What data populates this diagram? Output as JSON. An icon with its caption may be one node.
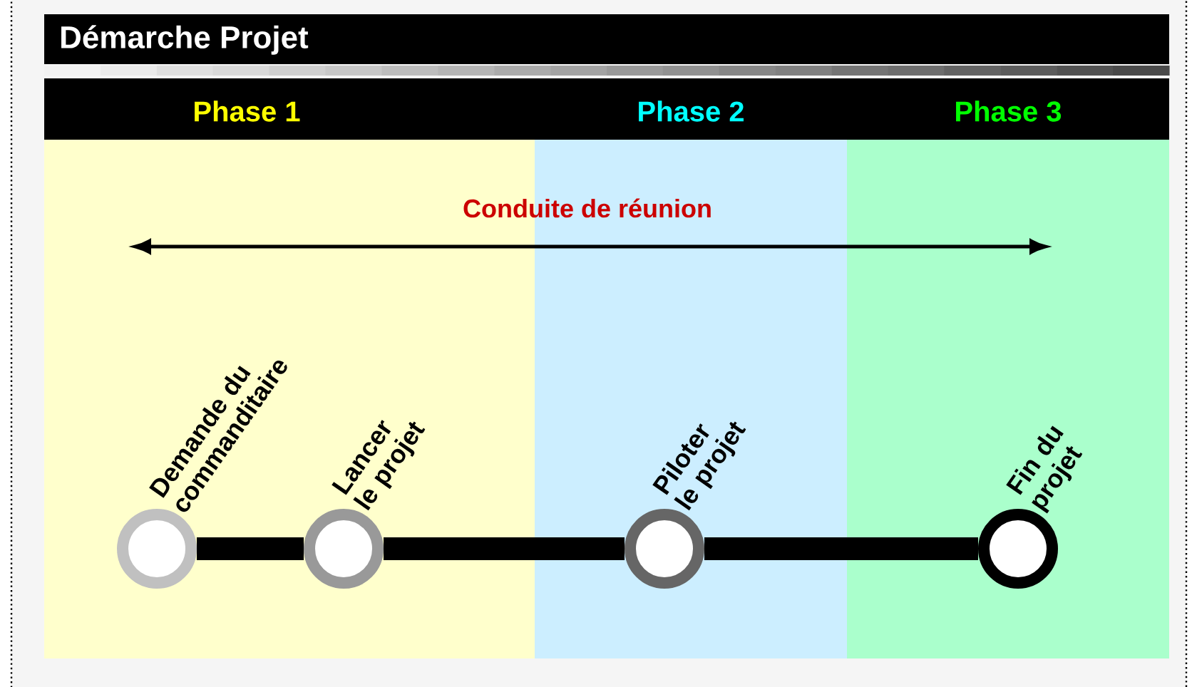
{
  "diagram": {
    "title": "Démarche Projet",
    "nodes": [
      {
        "text": [
          "Phase 1"
        ]
      },
      {
        "text": [
          "Phase 2"
        ]
      },
      {
        "text": [
          "Phase 3"
        ]
      },
      {
        "text": [],
        "shape": "circle",
        "in": 0,
        "beside": [
          "Demande du commanditaire"
        ]
      },
      {
        "text": [],
        "shape": "circle",
        "in": 0,
        "beside": [
          "Lancer le projet"
        ]
      },
      {
        "text": [],
        "shape": "circle",
        "in": 1,
        "beside": [
          "Piloter le projet"
        ]
      },
      {
        "text": [],
        "shape": "circle",
        "in": 2,
        "beside": [
          "Fin du projet"
        ]
      }
    ],
    "edges": [
      {
        "from": 3,
        "to": 4,
        "arrow": "none"
      },
      {
        "from": 4,
        "to": 5,
        "arrow": "none"
      },
      {
        "from": 5,
        "to": 6,
        "arrow": "none"
      }
    ],
    "labels": [
      "Conduite de réunion"
    ]
  }
}
